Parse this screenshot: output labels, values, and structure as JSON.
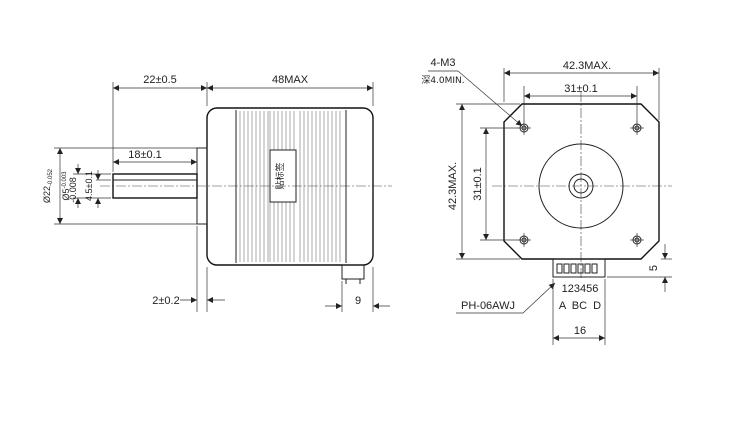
{
  "side_view": {
    "dim_flange_depth": "22±0.5",
    "dim_body_length": "48MAX",
    "dim_shaft_flat": "18±0.1",
    "dim_boss_dia": "Ø22",
    "dim_boss_dia_tol": "-0.052",
    "dim_shaft_dia": "Ø5",
    "dim_shaft_dia_tol_a": "-0.003",
    "dim_shaft_dia_tol_b": "-0.008",
    "dim_shaft_flat_height": "4.5±0.1",
    "dim_boss_height": "2±0.2",
    "dim_connector_depth": "9",
    "label_sticker": "贴标签"
  },
  "front_view": {
    "dim_holes": "4-M3",
    "dim_hole_depth": "深4.0MIN.",
    "dim_width_max": "42.3MAX.",
    "dim_hole_spacing_h": "31±0.1",
    "dim_height_max": "42.3MAX.",
    "dim_hole_spacing_v": "31±0.1",
    "dim_connector_offset": "5",
    "connector_pins": "123456",
    "connector_phases": "A  BC  D",
    "connector_part": "PH-06AWJ",
    "dim_connector_width": "16"
  }
}
